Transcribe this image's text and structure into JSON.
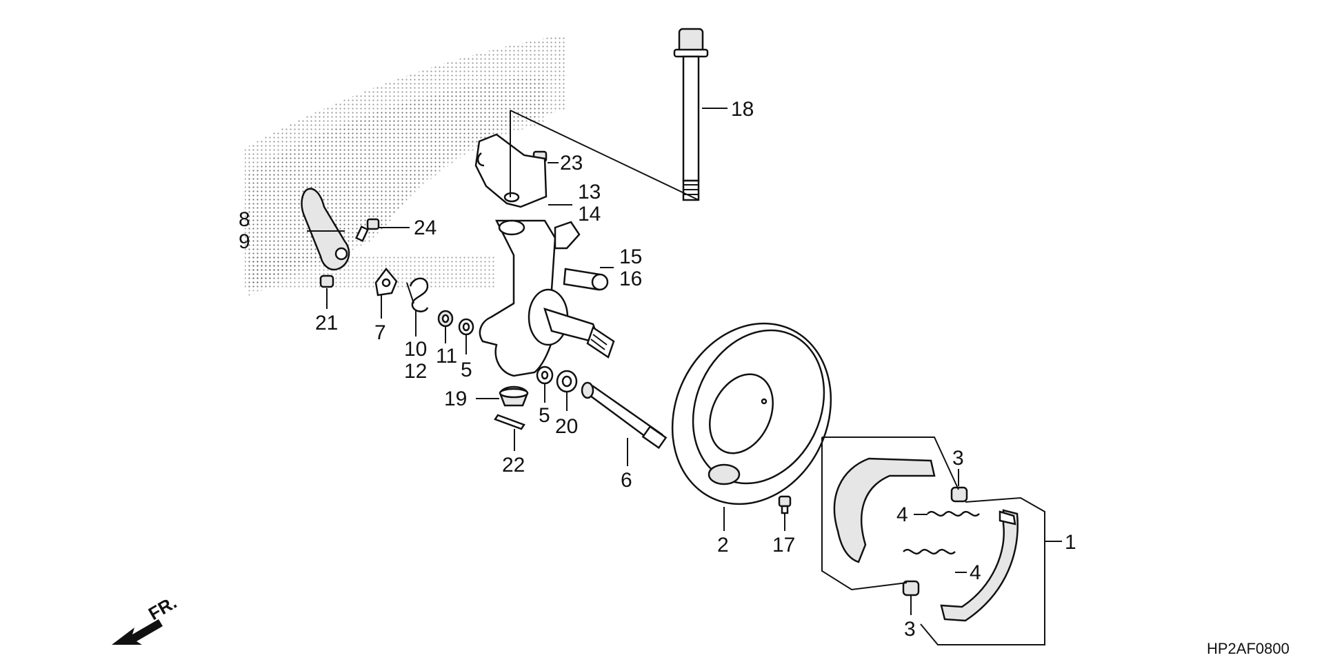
{
  "diagram_code": "HP2AF0800",
  "front_indicator": "FR.",
  "callouts": [
    {
      "id": "c18",
      "text": "18"
    },
    {
      "id": "c23",
      "text": "23"
    },
    {
      "id": "c13",
      "text": "13"
    },
    {
      "id": "c14",
      "text": "14"
    },
    {
      "id": "c8",
      "text": "8"
    },
    {
      "id": "c9",
      "text": "9"
    },
    {
      "id": "c24",
      "text": "24"
    },
    {
      "id": "c15",
      "text": "15"
    },
    {
      "id": "c16",
      "text": "16"
    },
    {
      "id": "c21",
      "text": "21"
    },
    {
      "id": "c7",
      "text": "7"
    },
    {
      "id": "c10",
      "text": "10"
    },
    {
      "id": "c12",
      "text": "12"
    },
    {
      "id": "c11",
      "text": "11"
    },
    {
      "id": "c5a",
      "text": "5"
    },
    {
      "id": "c19",
      "text": "19"
    },
    {
      "id": "c5b",
      "text": "5"
    },
    {
      "id": "c20",
      "text": "20"
    },
    {
      "id": "c22",
      "text": "22"
    },
    {
      "id": "c6",
      "text": "6"
    },
    {
      "id": "c2",
      "text": "2"
    },
    {
      "id": "c17",
      "text": "17"
    },
    {
      "id": "c3a",
      "text": "3"
    },
    {
      "id": "c4a",
      "text": "4"
    },
    {
      "id": "c1",
      "text": "1"
    },
    {
      "id": "c4b",
      "text": "4"
    },
    {
      "id": "c3b",
      "text": "3"
    }
  ],
  "parts": {
    "flange_bolt": "flange-bolt",
    "bracket": "bracket",
    "knuckle": "steering-knuckle",
    "brake_panel": "brake-panel",
    "brake_shoes": "brake-shoes",
    "brake_cam": "brake-cam",
    "brake_arm": "brake-arm"
  }
}
